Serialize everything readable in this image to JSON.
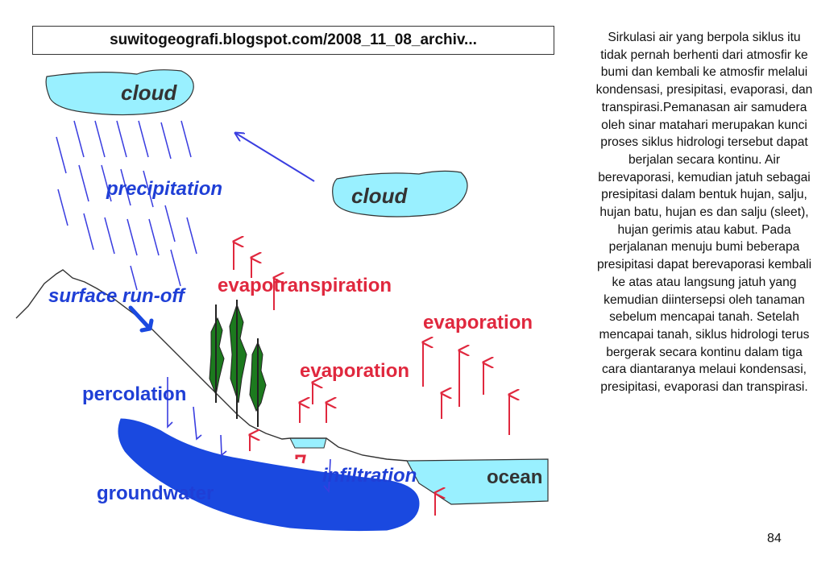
{
  "header": {
    "source_url": "suwitogeografi.blogspot.com/2008_11_08_archiv..."
  },
  "labels": {
    "cloud_left": "cloud",
    "cloud_right": "cloud",
    "precipitation": "precipitation",
    "evapotranspiration": "evapotranspiration",
    "surface_runoff": "surface run-off",
    "evaporation_sea": "evaporation",
    "evaporation_land": "evaporation",
    "percolation": "percolation",
    "infiltration": "infiltration",
    "groundwater": "groundwater",
    "ocean": "ocean"
  },
  "colors": {
    "cloud": "#99f0ff",
    "ocean": "#99f0ff",
    "groundwater": "#1a49e0",
    "blue_label": "#1f3fd6",
    "red_label": "#e0283e",
    "rain": "#3a3ee0",
    "tree": "#1c7a1e"
  },
  "description": "Sirkulasi air yang berpola siklus itu tidak pernah berhenti dari atmosfir ke bumi dan kembali ke atmosfir melalui kondensasi, presipitasi, evaporasi, dan transpirasi.Pemanasan air samudera oleh sinar matahari merupakan kunci proses siklus hidrologi tersebut dapat berjalan secara kontinu. Air berevaporasi, kemudian jatuh sebagai presipitasi dalam bentuk hujan, salju, hujan batu, hujan es dan salju (sleet), hujan gerimis atau kabut. Pada perjalanan menuju bumi beberapa presipitasi dapat berevaporasi kembali ke atas atau langsung jatuh yang kemudian diintersepsi oleh tanaman sebelum mencapai tanah. Setelah mencapai tanah, siklus hidrologi terus bergerak secara kontinu dalam tiga cara diantaranya melaui kondensasi, presipitasi, evaporasi dan transpirasi.",
  "page_number": "84"
}
